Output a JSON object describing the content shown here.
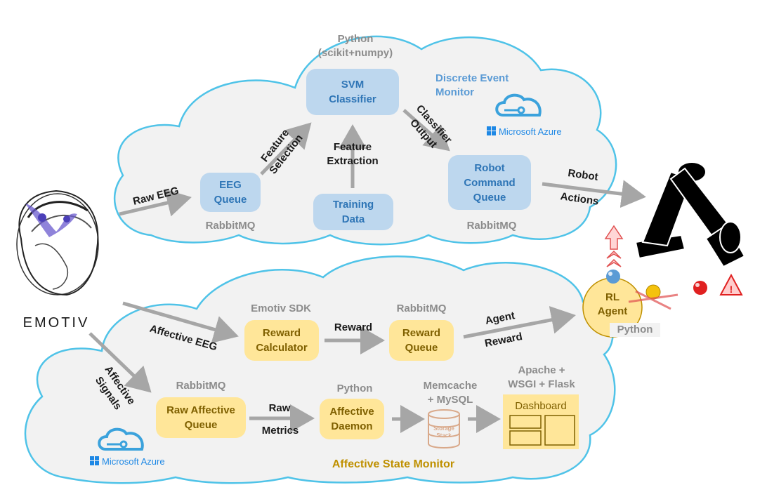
{
  "top_cloud": {
    "python_label": "Python\n(scikit+numpy)",
    "svm": "SVM\nClassifier",
    "discrete_event_monitor": "Discrete Event\nMonitor",
    "azure": "Microsoft Azure",
    "eeg_queue": "EEG\nQueue",
    "rabbitmq_left": "RabbitMQ",
    "training_data": "Training\nData",
    "feature_extraction": "Feature\nExtraction",
    "feature_selection": "Feature\nSelection",
    "classifier_output": "Classifier\nOutput",
    "robot_command_queue": "Robot\nCommand\nQueue",
    "rabbitmq_right": "RabbitMQ"
  },
  "edges": {
    "raw_eeg": "Raw EEG",
    "robot": "Robot",
    "actions": "Actions",
    "affective_eeg": "Affective EEG",
    "affective_signals": "Affective\nSignals",
    "reward": "Reward",
    "agent": "Agent",
    "agent_reward": "Reward",
    "raw": "Raw",
    "metrics": "Metrics"
  },
  "emotiv": {
    "brand": "EMOTIV"
  },
  "rl_agent": {
    "label": "RL\nAgent",
    "python": "Python"
  },
  "bottom_cloud": {
    "emotiv_sdk": "Emotiv SDK",
    "reward_calculator": "Reward\nCalculator",
    "rabbitmq_reward": "RabbitMQ",
    "reward_queue": "Reward\nQueue",
    "rabbitmq_raw": "RabbitMQ",
    "raw_affective_queue": "Raw Affective\nQueue",
    "python": "Python",
    "affective_daemon": "Affective\nDaemon",
    "memcache": "Memcache\n+ MySQL",
    "storage_stack": "Storage\nStack",
    "apache": "Apache +\nWSGI + Flask",
    "dashboard": "Dashboard",
    "title": "Affective State Monitor",
    "azure": "Microsoft Azure"
  },
  "colors": {
    "cloud_fill": "#f2f2f2",
    "cloud_stroke": "#4fc3e8",
    "blue_node": "#bdd7ee",
    "blue_text": "#2e75b6",
    "yellow_node": "#ffe699",
    "yellow_text": "#7f6000",
    "arrow": "#a6a6a6",
    "title_gold": "#bf9000"
  }
}
